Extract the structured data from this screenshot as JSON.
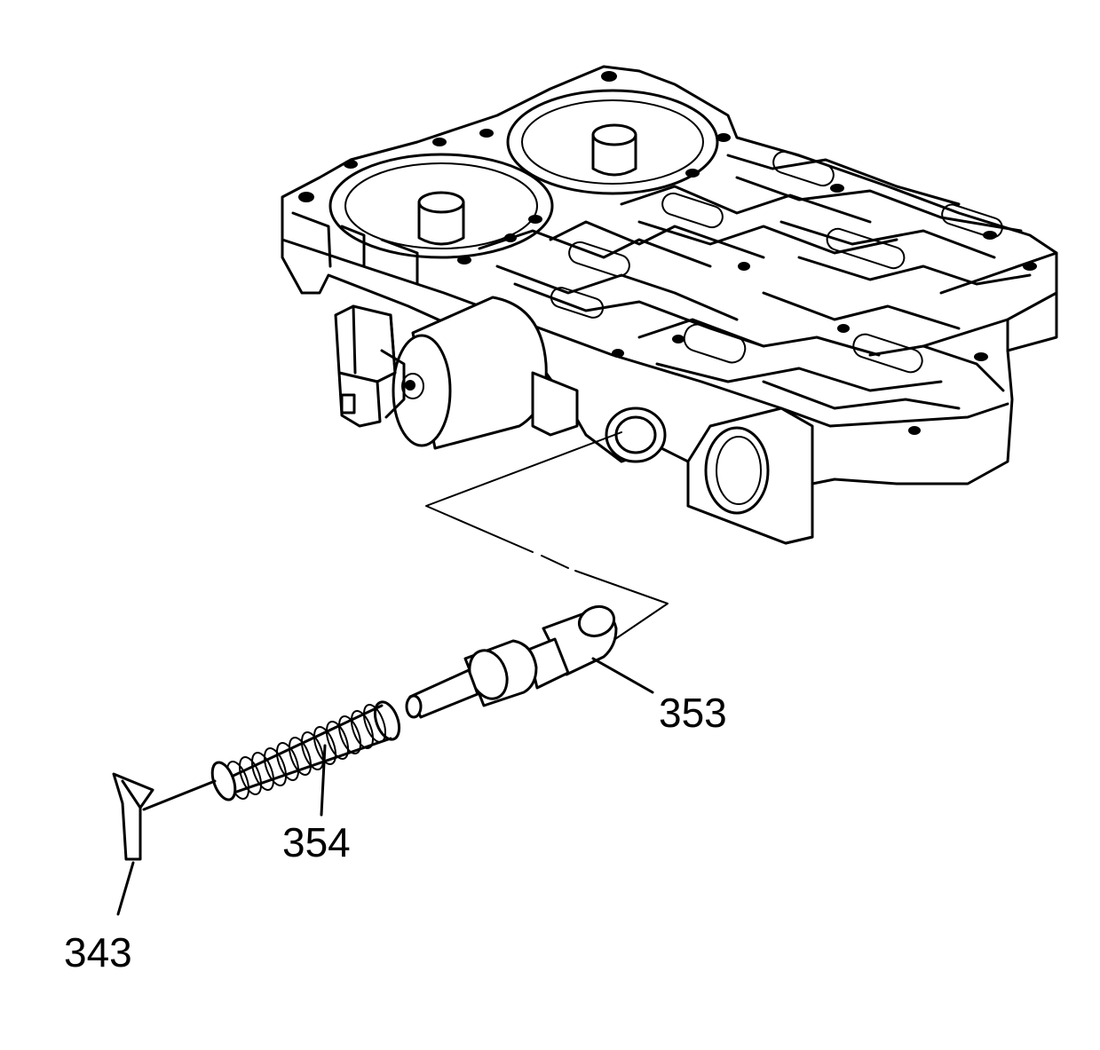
{
  "callouts": [
    {
      "id": "353",
      "label": "353"
    },
    {
      "id": "354",
      "label": "354"
    },
    {
      "id": "343",
      "label": "343"
    }
  ],
  "colors": {
    "line": "#000000",
    "background": "#ffffff",
    "shade": "#d9d9d9"
  }
}
